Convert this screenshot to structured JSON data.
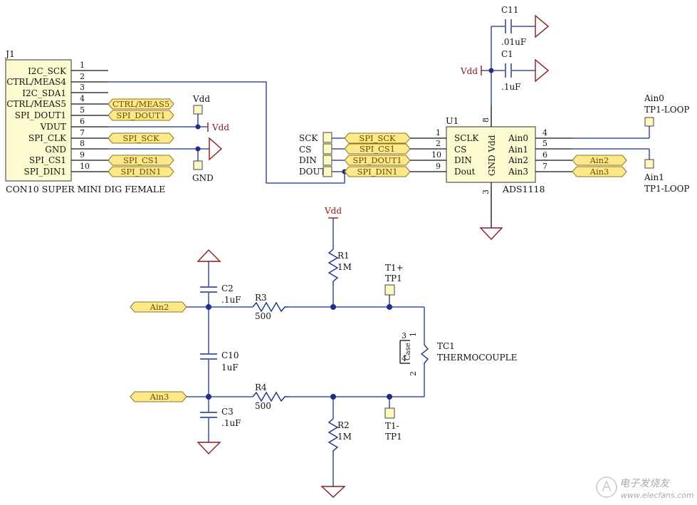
{
  "j1": {
    "ref": "J1",
    "description": "CON10 SUPER MINI DIG FEMALE",
    "pins": [
      {
        "num": "1",
        "name": "I2C_SCK"
      },
      {
        "num": "2",
        "name": "CTRL/MEAS4"
      },
      {
        "num": "3",
        "name": "I2C_SDA1"
      },
      {
        "num": "4",
        "name": "CTRL/MEAS5"
      },
      {
        "num": "5",
        "name": "SPI_DOUT1"
      },
      {
        "num": "6",
        "name": "VDUT"
      },
      {
        "num": "7",
        "name": "SPI_CLK"
      },
      {
        "num": "8",
        "name": "GND"
      },
      {
        "num": "9",
        "name": "SPI_CS1"
      },
      {
        "num": "10",
        "name": "SPI_DIN1"
      }
    ],
    "ports": [
      "CTRL/MEAS5",
      "SPI_DOUT1",
      "SPI_SCK",
      "SPI_CS1",
      "SPI_DIN1"
    ]
  },
  "power": {
    "vdd": "Vdd",
    "gnd": "GND"
  },
  "u1": {
    "ref": "U1",
    "part": "ADS1118",
    "left_pins": [
      {
        "num": "1",
        "name": "SCLK"
      },
      {
        "num": "2",
        "name": "CS"
      },
      {
        "num": "10",
        "name": "DIN"
      },
      {
        "num": "9",
        "name": "Dout"
      }
    ],
    "right_pins": [
      {
        "num": "4",
        "name": "Ain0"
      },
      {
        "num": "5",
        "name": "Ain1"
      },
      {
        "num": "6",
        "name": "Ain2"
      },
      {
        "num": "7",
        "name": "Ain3"
      }
    ],
    "vert_label": "GND Vdd",
    "top_pin": "8",
    "bottom_pin": "3",
    "left_ports": [
      "SPI_SCK",
      "SPI_CS1",
      "SPI_DOUT1",
      "SPI_DIN1"
    ],
    "right_ports": [
      "Ain2",
      "Ain3"
    ]
  },
  "spi_testpoints": [
    "SCK",
    "CS",
    "DIN",
    "DOUT"
  ],
  "c11": {
    "ref": "C11",
    "value": ".01uF"
  },
  "c1": {
    "ref": "C1",
    "value": ".1uF"
  },
  "ain0_tp": {
    "ref": "Ain0",
    "value": "TP1-LOOP"
  },
  "ain1_tp": {
    "ref": "Ain1",
    "value": "TP1-LOOP"
  },
  "frontend": {
    "port_ain2": "Ain2",
    "port_ain3": "Ain3",
    "c2": {
      "ref": "C2",
      "value": ".1uF"
    },
    "c10": {
      "ref": "C10",
      "value": "1uF"
    },
    "c3": {
      "ref": "C3",
      "value": ".1uF"
    },
    "r3": {
      "ref": "R3",
      "value": "500"
    },
    "r4": {
      "ref": "R4",
      "value": "500"
    },
    "r1": {
      "ref": "R1",
      "value": "1M"
    },
    "r2": {
      "ref": "R2",
      "value": "1M"
    },
    "tp_plus": {
      "ref": "T1+",
      "value": "TP1"
    },
    "tp_minus": {
      "ref": "T1-",
      "value": "TP1"
    },
    "tc1": {
      "ref": "TC1",
      "value": "THERMOCOUPLE",
      "pin1": "1",
      "pin2": "2",
      "pin3": "3",
      "pin4": "4",
      "case_label": "Case"
    }
  },
  "watermark": {
    "text": "电子发烧友",
    "url": "www.elecfans.com"
  },
  "colors": {
    "wire": "#1c2f8c",
    "ground": "#8b1a1a",
    "port_fill": "#fde98a",
    "component_fill": "#fdfbd0"
  }
}
